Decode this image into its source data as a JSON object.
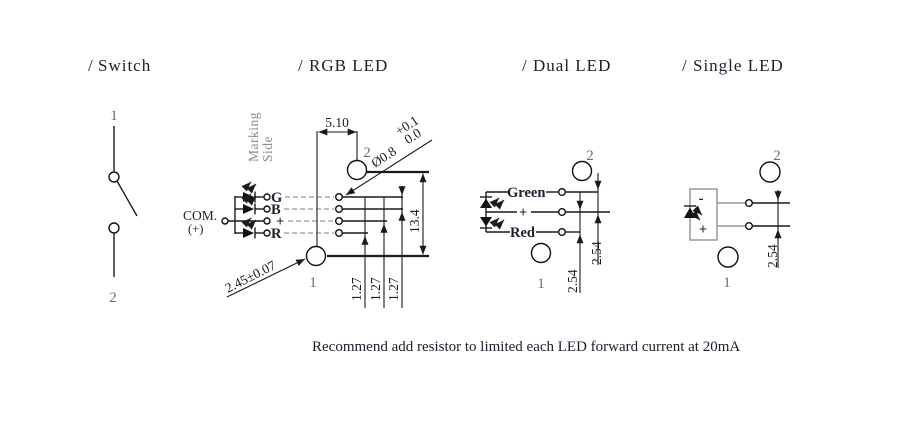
{
  "colors": {
    "slash": "#ee8a93",
    "green": "#00a14b",
    "blue": "#2aa9e0",
    "red": "#e62129",
    "gray_label": "#6e6e6e",
    "marking_gray": "#8a8a8a",
    "ink": "#20202e"
  },
  "switch": {
    "slash": "/",
    "title": "Switch",
    "pin_top": "1",
    "pin_bottom": "2"
  },
  "rgb": {
    "slash": "/",
    "title": "RGB LED",
    "marking1": "Marking",
    "marking2": "Side",
    "com": "COM.",
    "com_polarity": "(+)",
    "labels": {
      "g": "G",
      "b": "B",
      "plus": "+",
      "r": "R"
    },
    "pin1": "1",
    "pin2": "2",
    "dim_pitch_top": "5.10",
    "dim_hole": "Ø0.8",
    "dim_hole_tol_up": "+0.1",
    "dim_hole_tol_dn": "0.0",
    "dim_height": "13.4",
    "dim_p1": "1.27",
    "dim_p2": "1.27",
    "dim_p3": "1.27",
    "dim_pin": "2.45±0.07"
  },
  "dual": {
    "slash": "/",
    "title": "Dual LED",
    "label_green": "Green",
    "label_plus": "+",
    "label_red": "Red",
    "pin1": "1",
    "pin2": "2",
    "dim_a": "2.54",
    "dim_b": "2.54"
  },
  "single": {
    "slash": "/",
    "title": "Single LED",
    "label_minus": "-",
    "label_plus": "+",
    "pin1": "1",
    "pin2": "2",
    "dim": "2.54"
  },
  "note": "Recommend add resistor to limited each LED forward current at 20mA"
}
